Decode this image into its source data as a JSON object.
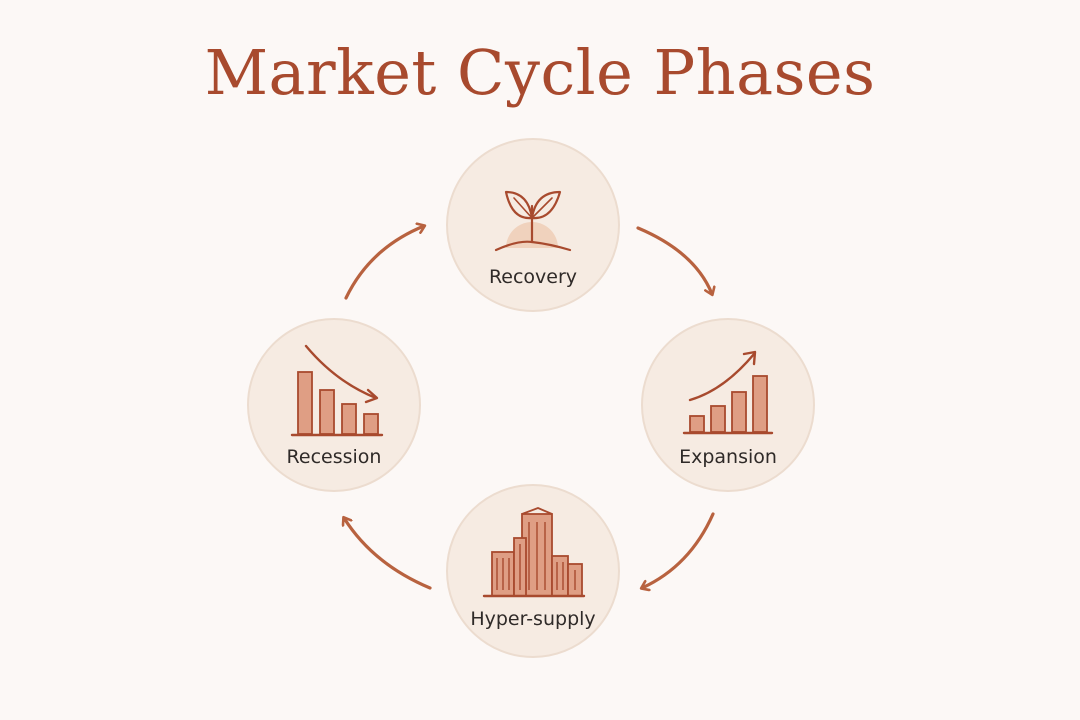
{
  "title": "Market Cycle Phases",
  "colors": {
    "title": "#a84a2e",
    "accent": "#b8623f",
    "icon_fill": "#df9e84",
    "circle_bg": "#f6ebe2",
    "circle_border": "#ecdccf",
    "background": "#fcf8f6"
  },
  "phases": [
    {
      "label": "Recovery",
      "icon": "sprout-icon"
    },
    {
      "label": "Expansion",
      "icon": "rising-bar-chart-icon"
    },
    {
      "label": "Hyper-supply",
      "icon": "buildings-icon"
    },
    {
      "label": "Recession",
      "icon": "falling-bar-chart-icon"
    }
  ]
}
